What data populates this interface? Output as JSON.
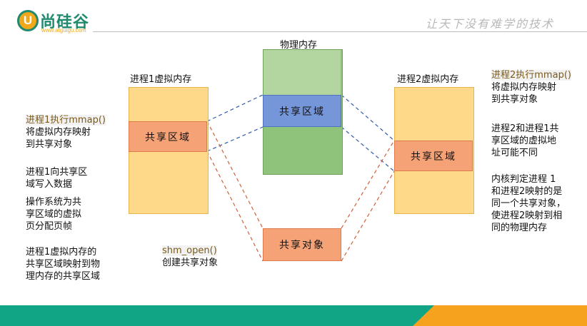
{
  "header": {
    "logo_letter": "U",
    "logo_name": "尚硅谷",
    "logo_url": "www.atguigu.com",
    "slogan": "让天下没有难学的技术"
  },
  "diagram": {
    "physical_memory": {
      "title": "物理内存",
      "shared_region": "共享区域"
    },
    "process1": {
      "title": "进程1虚拟内存",
      "shared_region": "共享区域"
    },
    "process2": {
      "title": "进程2虚拟内存",
      "shared_region": "共享区域"
    },
    "shared_object": "共享对象",
    "shm_open": {
      "code": "shm_open()",
      "text": "创建共享对象"
    }
  },
  "left_notes": {
    "n1_code": "进程1执行mmap()",
    "n1_l2": "将虚拟内存映射",
    "n1_l3": "到共享对象",
    "n2_l1": "进程1向共享区",
    "n2_l2": "域写入数据",
    "n3_l1": "操作系统为共",
    "n3_l2": "享区域的虚拟",
    "n3_l3": "页分配页帧",
    "n4_l1": "进程1虚拟内存的",
    "n4_l2": "共享区域映射到物",
    "n4_l3": "理内存的共享区域"
  },
  "right_notes": {
    "n1_code": "进程2执行mmap()",
    "n1_l2": "将虚拟内存映射",
    "n1_l3": "到共享对象",
    "n2_l1": "进程2和进程1共",
    "n2_l2": "享区域的虚拟地",
    "n2_l3": "址可能不同",
    "n3_l1": "内核判定进程 1",
    "n3_l2": "和进程2映射的是",
    "n3_l3": "同一个共享对象，",
    "n3_l4": "使进程2映射到相",
    "n3_l5": "同的物理内存"
  },
  "colors": {
    "brand_green": "#12a585",
    "brand_orange": "#f6a21e",
    "blue_line": "#2f5aa8",
    "red_line": "#d0603a"
  }
}
